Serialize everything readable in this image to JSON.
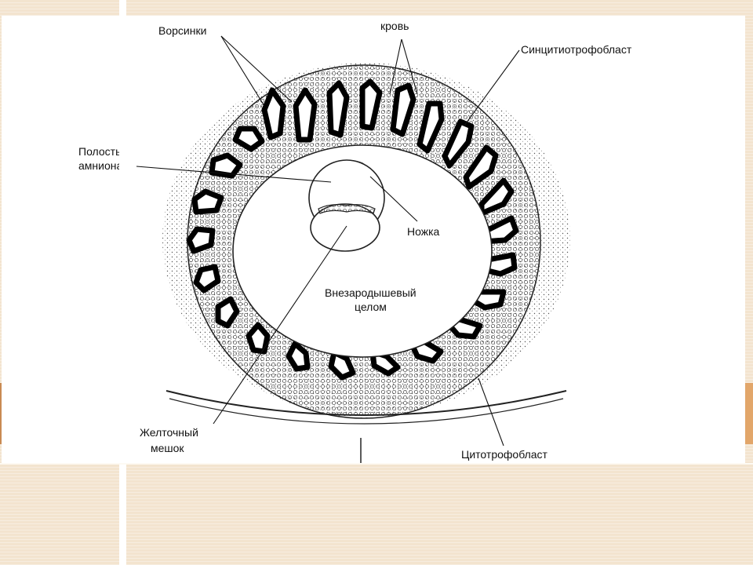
{
  "diagram": {
    "labels": {
      "villi": "Ворсинки",
      "blood": "кровь",
      "syncytiotrophoblast": "Синцитиотрофобласт",
      "amnion_line1": "Полость",
      "amnion_line2": "амниона",
      "stalk": "Ножка",
      "coelom_line1": "Внезародышевый",
      "coelom_line2": "целом",
      "yolk_line1": "Желточный",
      "yolk_line2": "мешок",
      "cytotrophoblast": "Цитотрофобласт"
    }
  },
  "colors": {
    "background": "#f3e4cf",
    "panel": "#ffffff",
    "ink": "#111111",
    "accent_left": "#c98a52",
    "accent_right": "#e2a66a"
  }
}
